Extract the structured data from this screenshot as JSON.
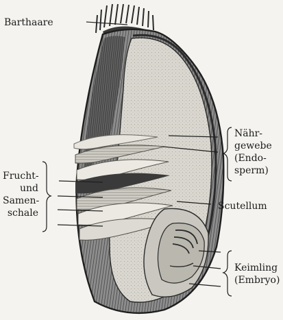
{
  "labels": {
    "barthaare": "Barthaare",
    "naehrgewebe": [
      "Nähr-",
      "gewebe",
      "(Endo-",
      "sperm)"
    ],
    "frucht_samenschale": [
      "Frucht-",
      "und",
      "Samen-",
      "schale"
    ],
    "scutellum": "Scutellum",
    "keimling": [
      "Keimling",
      "(Embryo)"
    ]
  }
}
